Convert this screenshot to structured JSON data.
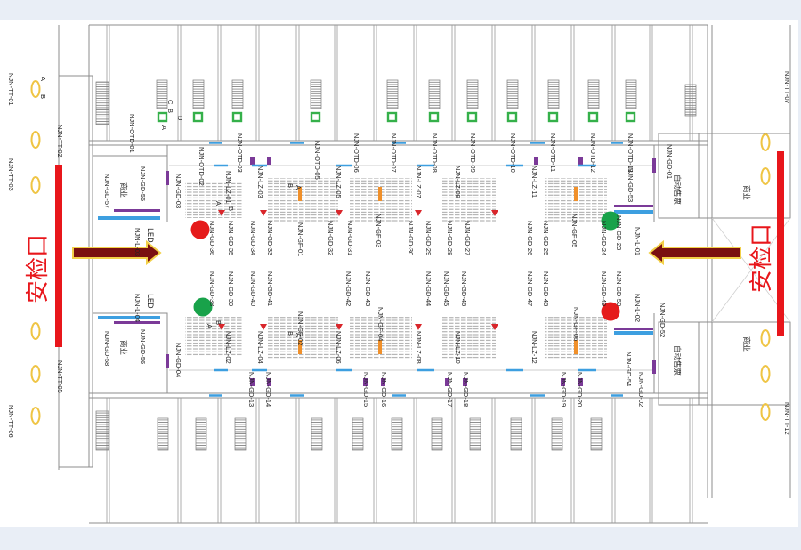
{
  "plan": {
    "entrances": {
      "left_label": "安检口",
      "right_label": "安检口"
    },
    "labels": [
      "NJN-TT-01",
      "NJN-TT-02",
      "NJN-TT-03",
      "NJN-TT-05",
      "NJN-TT-06",
      "NJN-TT-07",
      "NJN-TT-12",
      "A",
      "B",
      "NJN-OTD-01",
      "C",
      "B",
      "D",
      "A",
      "NJN-OTD-02",
      "NJN-OTD-03",
      "NJN-OTD-05",
      "NJN-OTD-06",
      "NJN-OTD-07",
      "NJN-OTD-08",
      "NJN-OTD-09",
      "NJN-OTD-10",
      "NJN-OTD-11",
      "NJN-OTD-12",
      "NJN-OTD-13",
      "NJN-GD-01",
      "NJN-GD-57",
      "商业",
      "NJN-GD-55",
      "NJN-GD-03",
      "NJN-L-03",
      "LED",
      "NJN-L-04",
      "LED",
      "NJN-GD-58",
      "商业",
      "NJN-GD-56",
      "NJN-GD-04",
      "NJN-LZ-01",
      "NJN-LZ-03",
      "NJN-LZ-05",
      "NJN-LZ-07",
      "NJN-LZ-09",
      "NJN-LZ-11",
      "NJN-GD-36",
      "NJN-GD-35",
      "NJN-GD-34",
      "NJN-GD-33",
      "NJN-GF-01",
      "NJN-GD-32",
      "NJN-GD-31",
      "NJN-GF-03",
      "NJN-GD-30",
      "NJN-GD-29",
      "NJN-GD-28",
      "NJN-GD-27",
      "NJN-GD-26",
      "NJN-GD-25",
      "NJN-GF-05",
      "NJN-GD-24",
      "NJN-GD-23",
      "NJN-GD-38",
      "NJN-GD-39",
      "NJN-GD-40",
      "NJN-GD-41",
      "NJN-GF-02",
      "NJN-GD-42",
      "NJN-GD-43",
      "NJN-GF-04",
      "NJN-GD-44",
      "NJN-GD-45",
      "NJN-GD-46",
      "NJN-GD-47",
      "NJN-GD-48",
      "NJN-GF-06",
      "NJN-GD-49",
      "NJN-GD-50",
      "NJN-LZ-02",
      "NJN-LZ-04",
      "NJN-LZ-06",
      "NJN-LZ-08",
      "NJN-LZ-10",
      "NJN-LZ-12",
      "NJN-GD-13",
      "NJN-GD-14",
      "NJN-GD-15",
      "NJN-GD-16",
      "NJN-GD-17",
      "NJN-GD-18",
      "NJN-GD-19",
      "NJN-GD-20",
      "NJN-GD-53",
      "NJN-L-01",
      "NJN-L-02",
      "NJN-GD-52",
      "NJN-GD-54",
      "NJN-GD-02",
      "自动售票",
      "自动售票",
      "商业",
      "商业",
      "B",
      "A",
      "B",
      "A",
      "A",
      "B",
      "B",
      "A"
    ]
  },
  "colors": {
    "entrance_bar": "#e8161b",
    "arrow_fill": "#7a1010",
    "arrow_outline": "#f2d048",
    "status_red": "#e51b1b",
    "status_green": "#18a24a",
    "machine_green": "#35b04a",
    "seat_marker": "#f0902a",
    "purple_marker": "#7b3a98",
    "blue_marker": "#3d9fe0",
    "gate_yellow": "#efc443",
    "triangle_red": "#d9262b"
  },
  "icons": {
    "gate": "turnstile-gate-icon",
    "machine": "ticket-gate-machine-icon",
    "arrow": "entry-direction-arrow-icon",
    "status_dot": "status-dot-icon",
    "stair": "stair-icon"
  }
}
